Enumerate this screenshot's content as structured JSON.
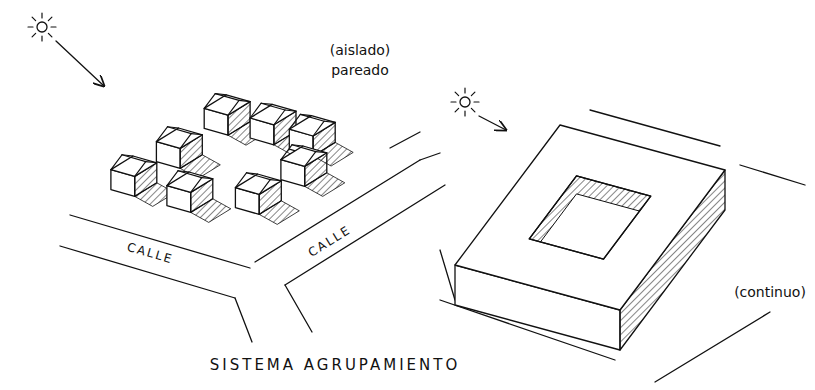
{
  "diagram": {
    "caption": "SISTEMA AGRUPAMIENTO",
    "labels": [
      "(aislado)",
      "pareado",
      "CALLE",
      "CALLE",
      "(continuo)"
    ]
  }
}
